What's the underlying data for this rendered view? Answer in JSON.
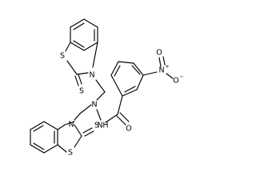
{
  "molecule": {
    "atoms": {
      "s_upper_ring": "S",
      "s_upper_thione": "S",
      "n_upper_ring": "N",
      "n_hydrazine_1": "N",
      "n_hydrazine_2": "N",
      "h_hydrazine": "H",
      "o_amide": "O",
      "n_nitro": "N",
      "o_nitro_top": "O",
      "o_nitro_right": "O",
      "n_lower_ring": "N",
      "s_lower_thione": "S",
      "s_lower_ring": "S"
    },
    "charges": {
      "n_nitro_charge": "+",
      "o_nitro_charge": "−"
    }
  }
}
